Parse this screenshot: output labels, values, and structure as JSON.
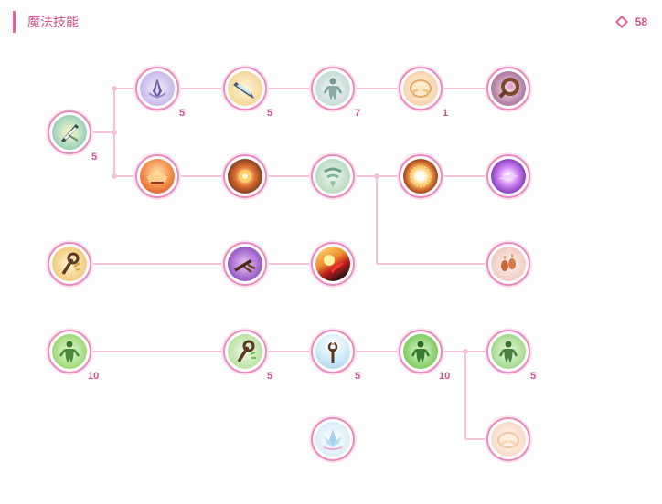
{
  "header": {
    "title": "魔法技能",
    "points": "58"
  },
  "colors": {
    "accent": "#e0609a",
    "line": "#f4c2d8",
    "ring": "#ec8cbc"
  },
  "skills": [
    {
      "name": "skill-crystal-blade",
      "level": "5",
      "icon": "crystal-blade-icon"
    },
    {
      "name": "skill-crystal-shard",
      "level": "5",
      "icon": "crystal-shard-icon"
    },
    {
      "name": "skill-crystal-spear",
      "level": "5",
      "icon": "crystal-spear-icon"
    },
    {
      "name": "skill-ghost-figure",
      "level": "7",
      "icon": "ghost-figure-icon"
    },
    {
      "name": "skill-golden-halo",
      "level": "1",
      "icon": "golden-halo-icon"
    },
    {
      "name": "skill-bronze-ring",
      "level": "",
      "icon": "bronze-ring-icon"
    },
    {
      "name": "skill-fire-orb",
      "level": "",
      "icon": "fire-orb-icon"
    },
    {
      "name": "skill-flame-burst",
      "level": "",
      "icon": "flame-burst-icon"
    },
    {
      "name": "skill-wind-vortex",
      "level": "",
      "icon": "wind-vortex-icon"
    },
    {
      "name": "skill-solar-ring",
      "level": "",
      "icon": "solar-ring-icon"
    },
    {
      "name": "skill-violet-flash",
      "level": "",
      "icon": "violet-flash-icon"
    },
    {
      "name": "skill-mage-staff",
      "level": "",
      "icon": "mage-staff-icon"
    },
    {
      "name": "skill-purple-staff",
      "level": "",
      "icon": "purple-staff-icon"
    },
    {
      "name": "skill-sun-strike",
      "level": "",
      "icon": "sun-strike-icon"
    },
    {
      "name": "skill-ember-seeds",
      "level": "",
      "icon": "ember-seeds-icon"
    },
    {
      "name": "skill-green-aura",
      "level": "10",
      "icon": "green-aura-icon"
    },
    {
      "name": "skill-nature-staff",
      "level": "5",
      "icon": "nature-staff-icon"
    },
    {
      "name": "skill-ice-wand",
      "level": "5",
      "icon": "ice-wand-icon"
    },
    {
      "name": "skill-green-guardian",
      "level": "10",
      "icon": "green-guardian-icon"
    },
    {
      "name": "skill-green-spirit",
      "level": "5",
      "icon": "green-spirit-icon"
    },
    {
      "name": "skill-ice-lotus",
      "level": "",
      "icon": "ice-lotus-icon"
    },
    {
      "name": "skill-pink-halo",
      "level": "",
      "icon": "pink-halo-icon"
    }
  ]
}
